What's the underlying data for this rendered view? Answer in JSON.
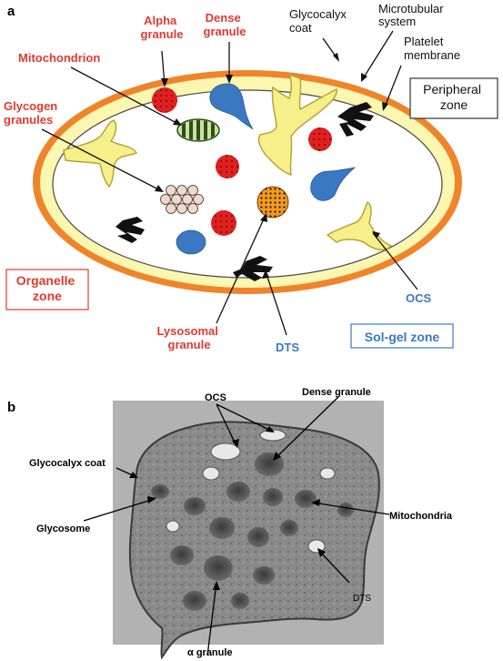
{
  "panel_a": {
    "letter": "a",
    "labels": {
      "alpha_granule": [
        "Alpha",
        "granule"
      ],
      "dense_granule": [
        "Dense",
        "granule"
      ],
      "glycocalyx_coat": [
        "Glycocalyx",
        "coat"
      ],
      "microtubular_system": [
        "Microtubular",
        "system"
      ],
      "platelet_membrane": [
        "Platelet",
        "membrane"
      ],
      "mitochondrion": [
        "Mitochondrion"
      ],
      "glycogen_granules": [
        "Glycogen",
        "granules"
      ],
      "peripheral_zone": [
        "Peripheral",
        "zone"
      ],
      "organelle_zone": [
        "Organelle",
        "zone"
      ],
      "ocs": [
        "OCS"
      ],
      "lysosomal_granule": [
        "Lysosomal",
        "granule"
      ],
      "dts": [
        "DTS"
      ],
      "sol_gel_zone": [
        "Sol-gel zone"
      ]
    },
    "colors": {
      "membrane": "#f0842a",
      "peripheral": "#fbf6b0",
      "canal": "#f6ef8a",
      "red_granule": "#e02020",
      "dense": "#3a78c2",
      "mito": "#c9e3a4",
      "glycogen": "#f6d8c8",
      "lysosome": "#f39a1e",
      "label_red": "#e03a2f",
      "label_blue": "#3a78c2"
    }
  },
  "panel_b": {
    "letter": "b",
    "labels": {
      "ocs": "OCS",
      "dense_granule": "Dense granule",
      "glycocalyx_coat": "Glycocalyx coat",
      "glycosome": "Glycosome",
      "mitochondria": "Mitochondria",
      "dts": "DTS",
      "alpha_granule": "α granule"
    }
  }
}
